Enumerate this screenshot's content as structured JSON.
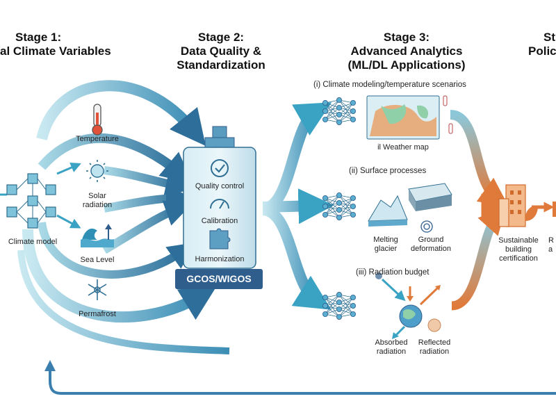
{
  "stages": {
    "stage1": {
      "heading": "Stage 1:",
      "title": "al Climate Variables"
    },
    "stage2": {
      "heading": "Stage 2:",
      "line1": "Data Quality &",
      "line2": "Standardization"
    },
    "stage3": {
      "heading": "Stage 3:",
      "line1": "Advanced Analytics",
      "line2": "(ML/DL Applications)"
    },
    "stage4": {
      "heading": "St",
      "line1": "Policy"
    }
  },
  "variables": {
    "climate_model": "Climate model",
    "temperature": "Temperature",
    "solar_1": "Solar",
    "solar_2": "radiation",
    "sea_level": "Sea Level",
    "permafrost": "Permafrost"
  },
  "quality": {
    "quality_control": "Quality control",
    "calibration": "Calibration",
    "harmonization": "Harmonization",
    "badge": "GCOS/WIGOS"
  },
  "analytics": {
    "climate_modeling": "(i) Climate modeling/temperature scenarios",
    "weather_map": "il Weather map",
    "surface_processes": "(ii) Surface processes",
    "melting_1": "Melting",
    "melting_2": "glacier",
    "ground_1": "Ground",
    "ground_2": "deformation",
    "radiation_budget": "(iii) Radiation budget",
    "absorbed_1": "Absorbed",
    "absorbed_2": "radiation",
    "reflected_1": "Reflected",
    "reflected_2": "radiation"
  },
  "policy": {
    "sustainable_1": "Sustainable",
    "sustainable_2": "building",
    "sustainable_3": "certification",
    "cut_1": "R",
    "cut_2": "a"
  },
  "colors": {
    "teal": "#3aa3c4",
    "navy": "#2f5d8c",
    "orange": "#e07a3a"
  }
}
